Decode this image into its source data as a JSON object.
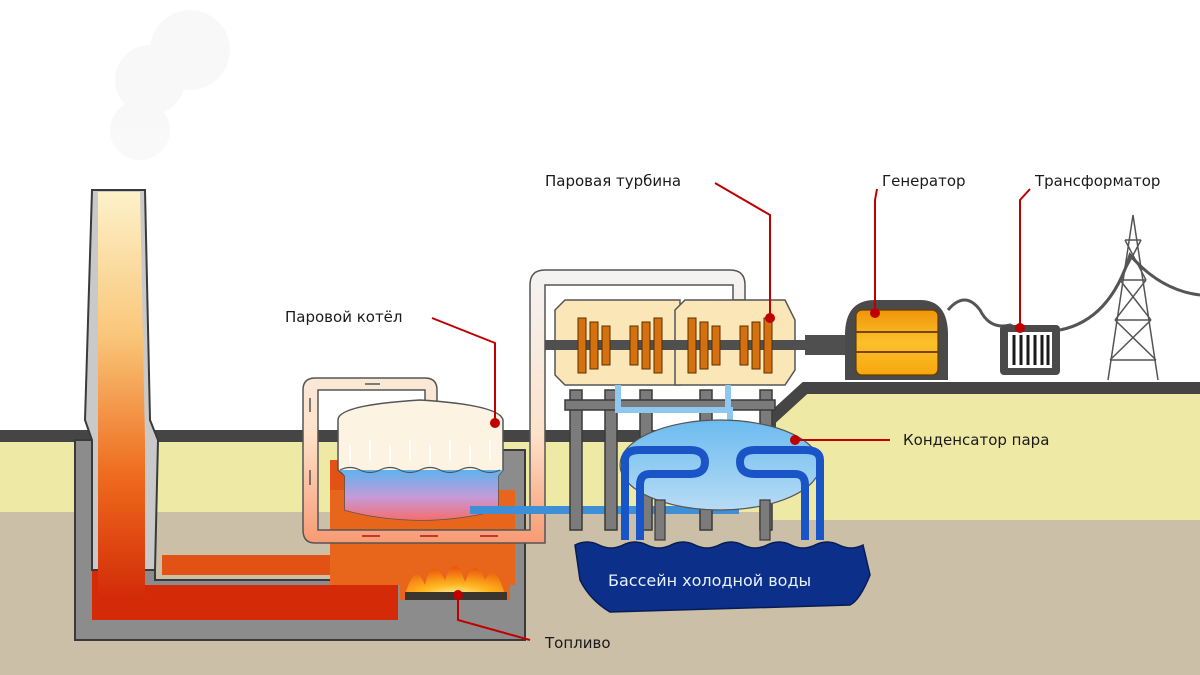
{
  "diagram": {
    "title": "Тепловая электростанция",
    "labels": {
      "turbine": "Паровая турбина",
      "generator": "Генератор",
      "transformer": "Трансформатор",
      "boiler": "Паровой котёл",
      "condenser": "Конденсатор пара",
      "pool": "Бассейн холодной воды",
      "fuel": "Топливо"
    },
    "colors": {
      "sky": "#ffffff",
      "ground_upper": "#efe9a6",
      "ground_lower": "#cbbfa7",
      "ground_line": "#4a4a4a",
      "concrete": "#8c8c8c",
      "fire": "#d93a0c",
      "hot_gas": "#fbe7b5",
      "steam": "#fdf3e3",
      "water": "#6fb8ea",
      "cold_water": "#0c2f8a",
      "callout": "#c00000",
      "rotor": "#d5700e",
      "generator": "#f7b21f"
    }
  }
}
